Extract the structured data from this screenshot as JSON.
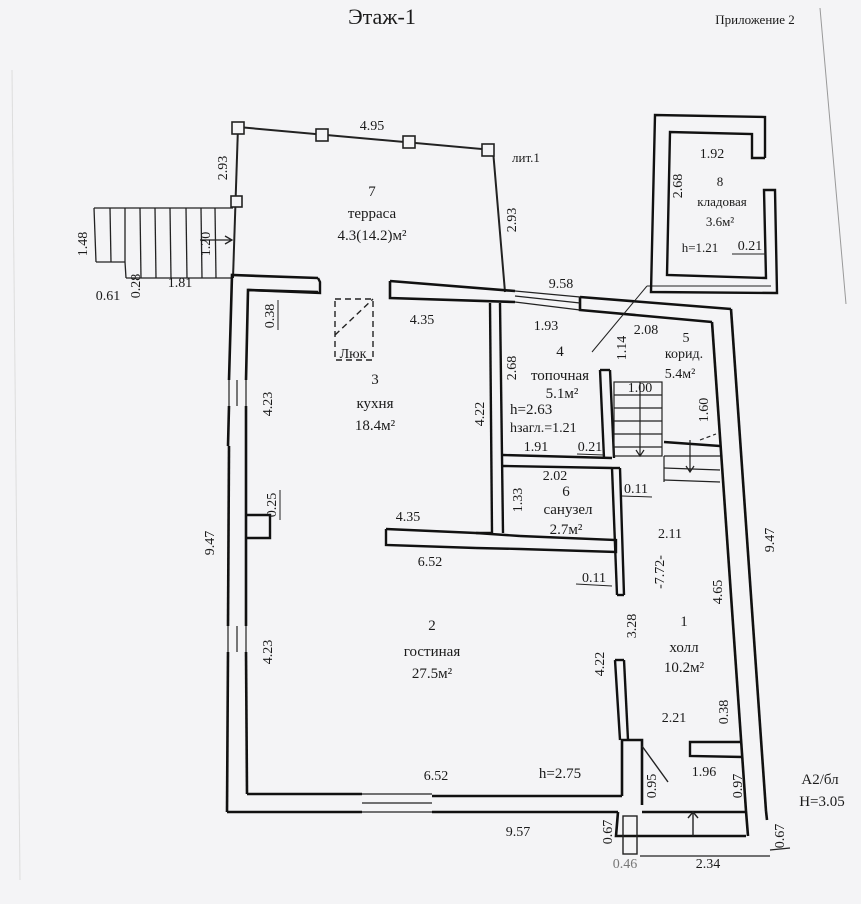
{
  "header": {
    "floor_title": "Этаж-1",
    "appendix": "Приложение 2",
    "lit": "лит.1",
    "class_code": "А2/бл",
    "height_total": "H=3.05"
  },
  "rooms": {
    "terrace": {
      "num": "7",
      "name": "терраса",
      "area": "4.3(14.2)м²"
    },
    "kitchen": {
      "num": "3",
      "name": "кухня",
      "area": "18.4м²"
    },
    "boiler": {
      "num": "4",
      "name": "топочная",
      "area": "5.1м²",
      "h": "h=2.63",
      "h_basement": "hзагл.=1.21"
    },
    "corridor": {
      "num": "5",
      "name": "корид.",
      "area": "5.4м²"
    },
    "bathroom": {
      "num": "6",
      "name": "санузел",
      "area": "2.7м²"
    },
    "living": {
      "num": "2",
      "name": "гостиная",
      "area": "27.5м²",
      "h": "h=2.75"
    },
    "hall": {
      "num": "1",
      "name": "холл",
      "area": "10.2м²"
    },
    "storage": {
      "num": "8",
      "name": "кладовая",
      "area": "3.6м²",
      "h": "h=1.21"
    }
  },
  "labels": {
    "hatch": "Люк"
  },
  "dimensions": {
    "terrace_top": "4.95",
    "terrace_left": "2.93",
    "terrace_right": "2.93",
    "stairs_height": "1.48",
    "stairs_inner": "1.20",
    "stairs_bottom_a": "0.61",
    "stairs_bottom_b": "0.28",
    "stairs_bottom_c": "1.81",
    "top_total": "9.58",
    "kitchen_wall": "0.38",
    "kitchen_top": "4.35",
    "kitchen_side": "4.23",
    "kitchen_right": "4.22",
    "kitchen_bottom": "4.35",
    "boiler_top": "1.93",
    "boiler_left": "2.68",
    "boiler_stair": "1.14",
    "boiler_stair_w": "1.00",
    "boiler_bottom": "1.91",
    "boiler_wall": "0.21",
    "corridor_top": "2.08",
    "corridor_stair": "1.60",
    "bath_top": "2.02",
    "bath_left": "1.33",
    "bath_wall": "0.11",
    "left_total": "9.47",
    "left_wall": "0.25",
    "living_top": "6.52",
    "living_side": "4.23",
    "living_right": "4.22",
    "living_bottom": "6.52",
    "bath_wall2": "0.11",
    "hall_a": "2.11",
    "hall_b": "-7.72-",
    "hall_c": "4.65",
    "hall_d": "3.28",
    "hall_e": "2.21",
    "hall_wall": "0.38",
    "entry_a": "1.96",
    "entry_b": "0.95",
    "entry_c": "0.97",
    "right_total": "9.47",
    "bottom_total": "9.57",
    "bottom_left": "0.67",
    "bottom_right": "0.67",
    "bottom_entry": "2.34",
    "bottom_small": "0.46",
    "storage_top": "1.92",
    "storage_left": "2.68",
    "storage_wall": "0.21"
  }
}
